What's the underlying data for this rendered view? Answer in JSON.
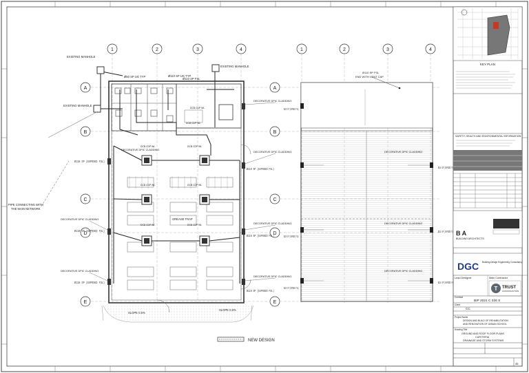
{
  "drawing": {
    "grid_numbers_plan1": [
      "1",
      "2",
      "3",
      "4"
    ],
    "grid_numbers_plan2": [
      "1",
      "2",
      "3",
      "4"
    ],
    "grid_letters": [
      "A",
      "B",
      "C",
      "D",
      "E"
    ],
    "labels": {
      "existing_manhole_1": "EXISTING MANHOLE",
      "existing_manhole_2": "EXISTING MANHOLE",
      "existing_manhole_3": "EXISTING MANHOLE",
      "ground_pipe_1": "Ø50 SP UG TYP",
      "ground_pipe_2": "Ø110 SP UG TYP",
      "vent_pipe": "Ø110 SP FSL",
      "roof_note_1": "Ø110 SP FSL",
      "roof_note_2": "END WITH VENT CAP",
      "connect_1": "PIPE CONNECTING WITH",
      "connect_2": "THE MAIN NETWORK",
      "grease_trap": "GREASE TRAP",
      "slope_left": "SLOPE 0.5%",
      "slope_right": "SLOPE 0.5%",
      "new_design": "NEW DESIGN",
      "key_plan": "KEY PLAN"
    },
    "decorative_labels": [
      "DECORATIVE DPIC CLADDING",
      "DECORATIVE DPIC CLADDING",
      "DECORATIVE DPIC CLADDING",
      "DECORATIVE DPIC CLADDING",
      "DECORATIVE DPIC CLADDING",
      "DECORATIVE DPIC CLADDING",
      "DECORATIVE DPIC CLADDING",
      "DECORATIVE DPIC CLADDING",
      "DECORATIVE DPIC CLADDING",
      "DECORATIVE DPIC CLADDING"
    ],
    "drop_pipes": [
      "Ø110 SP (EXPOSED FSL)",
      "Ø110 SP (EXPOSED FSL)",
      "Ø110 SP (EXPOSED FSL)",
      "Ø110 SP (EXPOSED FSL)",
      "Ø110 SP (EXPOSED FSL)",
      "Ø110 SP (EXPOSED FSL)",
      "Ø110 SP (EXPOSED FSL)",
      "Ø110 SP (EXPOSED FSL)",
      "Ø110 SP (EXPOSED FSL)",
      "Ø110 SP (EXPOSED FSL)",
      "Ø110 SP (EXPOSED FSL)",
      "Ø110 SP (EXPOSED FSL)"
    ],
    "cover_labels": [
      "DCB CDP WL",
      "DCB CDP WL",
      "DCB CDP WL",
      "DCB CDP WL",
      "DCB CDP WL",
      "DCB CDP WL",
      "DCB CDP WL",
      "DCB CDP WL"
    ]
  },
  "title_block": {
    "sheet_section": "SAFETY, HEALTH AND ENVIRONMENTAL INFORMATION",
    "consultant_1": "B A",
    "consultant_1_sub": "BUILDING ARCHITECTS",
    "consultant_2": "DGC",
    "consultant_2_sub": "Building Design Engineering Consultancy",
    "contractor": "TRUST",
    "contractor_sub": "CONSTRUCTION",
    "client_label": "Client",
    "client_value": "CC",
    "contract_label": "Contract",
    "contract_no": "BIP 2021 C 026 S",
    "project_label": "Project Name",
    "project_1": "DESIGN AND BUILD OF REHABILITATION",
    "project_2": "AND RENOVATION OF JANIAN SCHOOL",
    "drawing_title_label": "Drawing Title",
    "title_1": "GROUND AND ROOF FLOOR PLANS",
    "title_2": "CAFETERIA",
    "title_3": "DRAINAGE AND STORM SYSTEMS",
    "lead_designer_label": "Lead Designer",
    "main_contractor_label": "Main Contractor",
    "sheet_no": "46"
  },
  "colors": {
    "line": "#333333",
    "light": "#9a9a9a",
    "hatch": "#bcbcbc",
    "accent_blue": "#1f3a8a",
    "accent_gray": "#5b6770"
  }
}
